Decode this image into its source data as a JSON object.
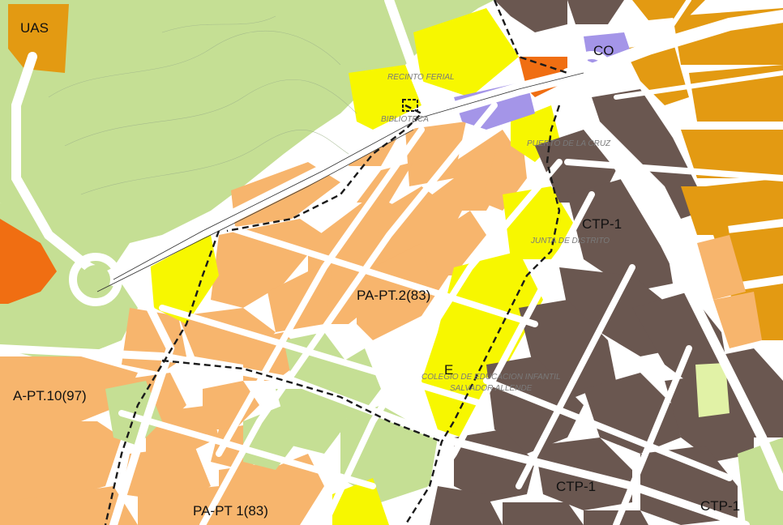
{
  "map": {
    "zone_labels": {
      "uas": "UAS",
      "co": "CO",
      "ctp1_north": "CTP-1",
      "pa_pt2": "PA-PT.2(83)",
      "e": "E",
      "a_pt10": "A-PT.10(97)",
      "ctp1_south": "CTP-1",
      "ctp1_east": "CTP-1",
      "pa_pt1": "PA-PT 1(83)"
    },
    "small_labels": {
      "recinto": "RECINTO FERIAL",
      "biblioteca": "BIBLIOTECA",
      "puerto": "PUERTO DE LA CRUZ",
      "junta": "JUNTA DE DISTRITO",
      "colegio": "COLEGIO DE EDUCACION INFANTIL",
      "salvador": "SALVADOR ALLENDE"
    },
    "colors": {
      "green_zone": "#c5df94",
      "pale_orange": "#f7b56d",
      "dark_orange": "#e39a12",
      "brown": "#6a5750",
      "yellow": "#f7f700",
      "purple": "#a495e8",
      "red_orange": "#f06e12",
      "light_green": "#e1f2a6",
      "road": "#ffffff",
      "boundary": "#1a1a1a"
    }
  }
}
